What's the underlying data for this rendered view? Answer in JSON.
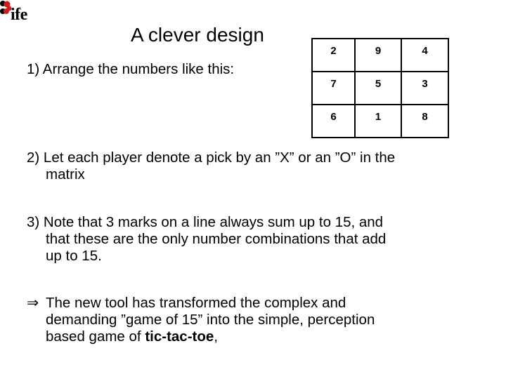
{
  "logo": {
    "text": "ife",
    "icon": "molecule-dots-icon",
    "colors": {
      "dark": "#000000",
      "accent": "#cc1f1f"
    }
  },
  "slide": {
    "title": "A clever design",
    "points": [
      {
        "lines": [
          "1) Arrange the numbers like this:"
        ]
      },
      {
        "lines": [
          "2) Let each player denote a pick by an ”X” or an ”O” in the",
          "matrix"
        ]
      },
      {
        "lines": [
          "3) Note that 3 marks on a line always sum up to 15, and",
          "that these are the only number combinations that add",
          "up to 15."
        ]
      },
      {
        "marker": "⇒",
        "lines": [
          "The new tool has transformed the complex and",
          "demanding ”game of 15” into the simple, perception"
        ],
        "last_line_prefix": "based game of ",
        "last_line_bold": "tic-tac-toe",
        "last_line_suffix": ","
      }
    ]
  },
  "magic_square": {
    "rows": [
      [
        "2",
        "9",
        "4"
      ],
      [
        "7",
        "5",
        "3"
      ],
      [
        "6",
        "1",
        "8"
      ]
    ]
  }
}
